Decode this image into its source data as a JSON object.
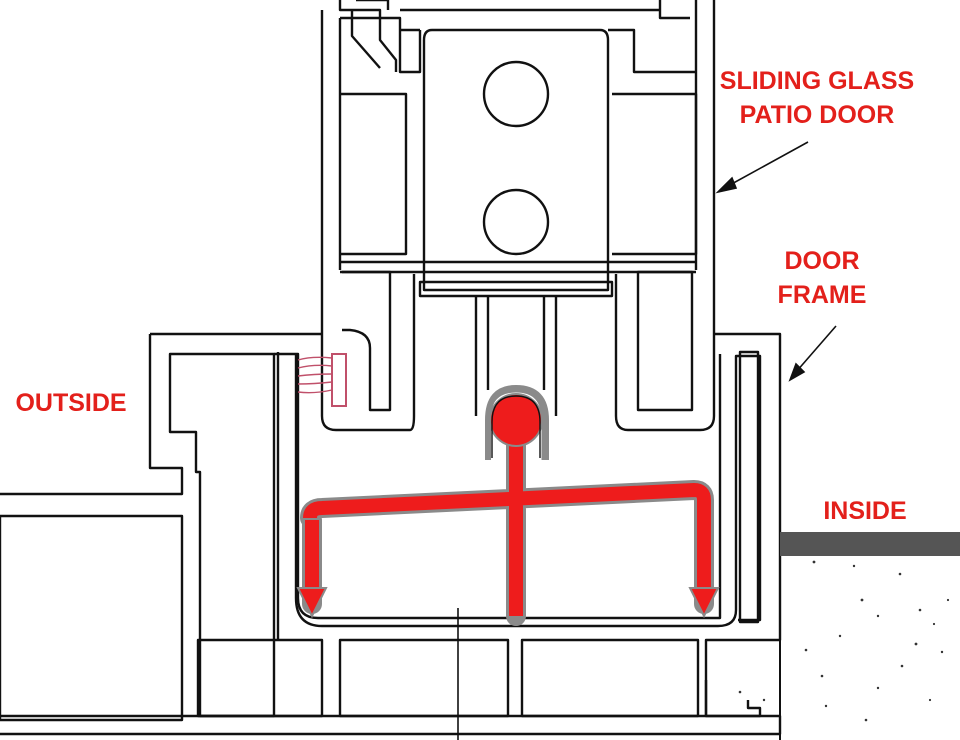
{
  "labels": {
    "sliding_door": [
      "SLIDING GLASS",
      "PATIO DOOR"
    ],
    "door_frame": [
      "DOOR",
      "FRAME"
    ],
    "outside": "OUTSIDE",
    "inside": "INSIDE"
  },
  "colors": {
    "label": "#e3201b",
    "water_path": "#ee1c1c",
    "water_outline": "#8a8a8a",
    "line": "#111111",
    "floor_bar": "#555555",
    "concrete_speckle": "#333333"
  }
}
